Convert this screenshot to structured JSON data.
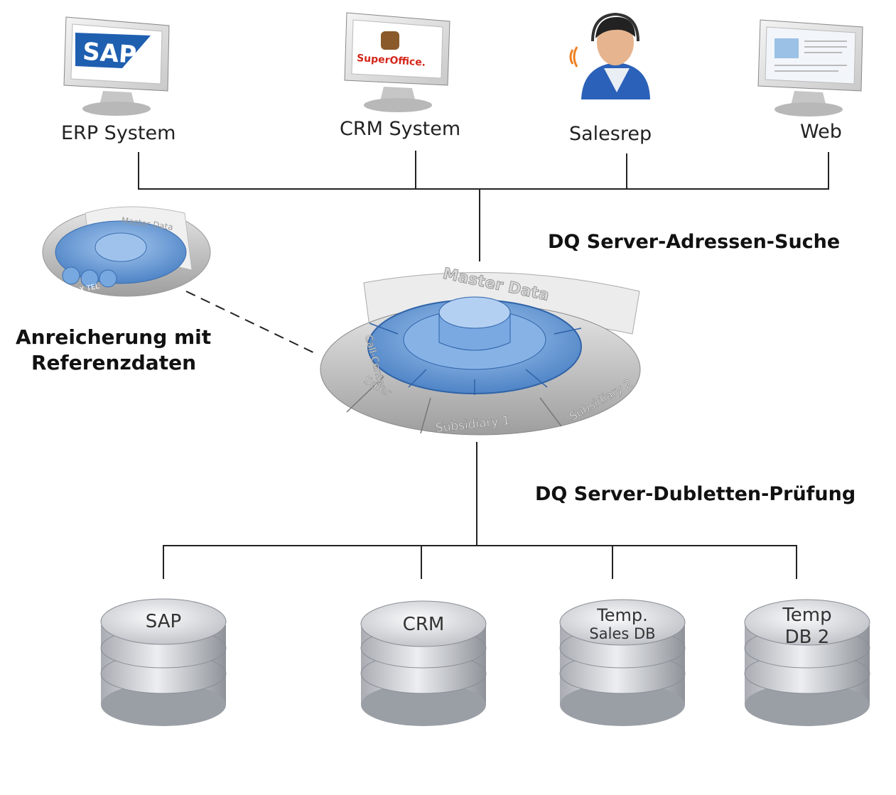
{
  "systems": [
    {
      "label": "ERP System",
      "logo": "SAP",
      "icon": "monitor-icon"
    },
    {
      "label": "CRM System",
      "logo": "SuperOffice.",
      "icon": "monitor-icon"
    },
    {
      "label": "Salesrep",
      "icon": "person-headset-icon"
    },
    {
      "label": "Web",
      "icon": "monitor-icon"
    }
  ],
  "search_label": "DQ Server-Adressen-Suche",
  "dedup_label": "DQ Server-Dubletten-Prüfung",
  "enrichment": {
    "line1": "Anreicherung mit",
    "line2": "Referenzdaten",
    "mini_hub": {
      "arc_label": "Master Data",
      "buttons": "TEL FAX TEL"
    }
  },
  "hub": {
    "arc_label": "Master Data",
    "segments": [
      "Call-Center",
      "Sales",
      "Subsidiary 1",
      "Subsidiary 2"
    ]
  },
  "databases": [
    {
      "line1": "SAP",
      "line2": ""
    },
    {
      "line1": "CRM",
      "line2": ""
    },
    {
      "line1": "Temp.",
      "line2": "Sales DB"
    },
    {
      "line1": "Temp",
      "line2": "DB 2"
    }
  ],
  "colors": {
    "line": "#222222",
    "hub_blue": "#6a9fd8",
    "sap_blue": "#1f5fb0",
    "ring_gray": "#c8c8c8",
    "db_gray": "#d4d6da"
  }
}
